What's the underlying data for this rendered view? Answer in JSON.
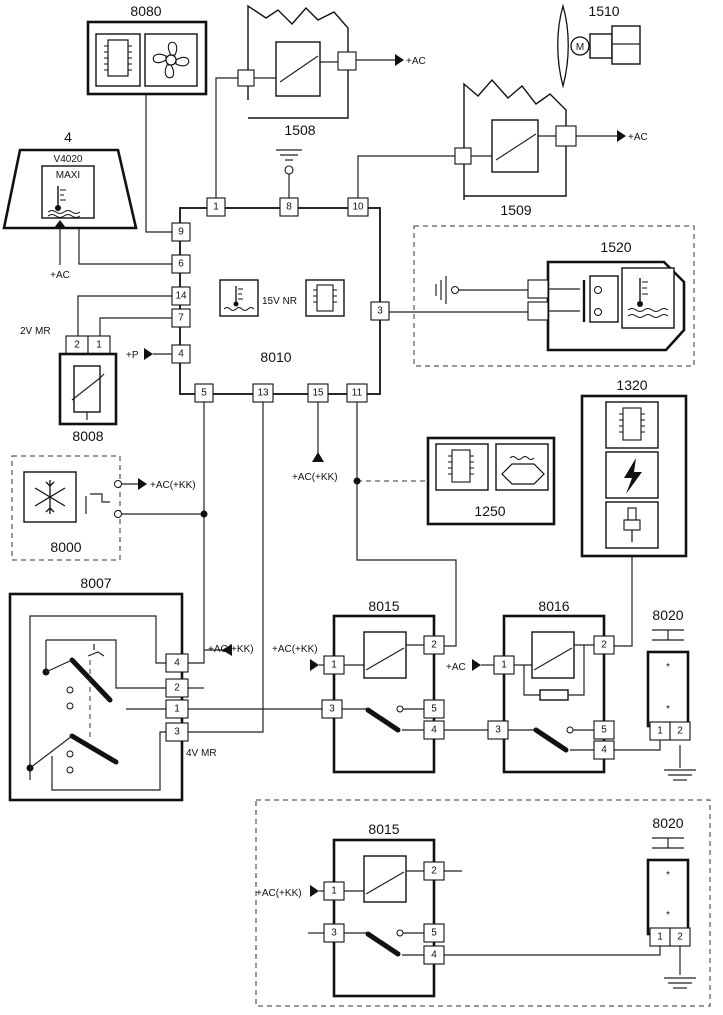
{
  "components": {
    "c8080": "8080",
    "c1508": "1508",
    "c1510": "1510",
    "c1509": "1509",
    "c4": "4",
    "v4020": "V4020",
    "maxi": "MAXI",
    "c8010": "8010",
    "ecu_mode": "15V NR",
    "c1520": "1520",
    "c8008": "8008",
    "conn_2v": "2V MR",
    "c8000": "8000",
    "c1250": "1250",
    "c1320": "1320",
    "c8007": "8007",
    "conn_4v": "4V MR",
    "c8015": "8015",
    "c8016": "8016",
    "c8020": "8020",
    "c8015b": "8015",
    "c8020b": "8020",
    "motor": "M"
  },
  "labels": {
    "ac": "+AC",
    "ac_kk": "+AC(+KK)",
    "p": "+P"
  },
  "pins": {
    "ecu": [
      "1",
      "8",
      "10",
      "9",
      "6",
      "14",
      "7",
      "4",
      "3",
      "5",
      "13",
      "15",
      "11"
    ],
    "conn_8008": [
      "2",
      "1"
    ],
    "conn_8007": [
      "4",
      "2",
      "1",
      "3"
    ],
    "relay_8015": [
      "1",
      "2",
      "3",
      "5",
      "4"
    ],
    "relay_8016": [
      "1",
      "2",
      "3",
      "5",
      "4"
    ],
    "conn_8020": [
      "1",
      "2"
    ],
    "relay_8015b": [
      "1",
      "2",
      "3",
      "5",
      "4"
    ],
    "conn_8020b": [
      "1",
      "2"
    ]
  },
  "icons": [
    "ic-chip-icon",
    "fan-icon",
    "motor-icon",
    "temperature-sensor-icon",
    "snowflake-icon",
    "lightning-icon",
    "spark-plug-icon",
    "heater-icon",
    "relay-coil-icon",
    "ground-icon"
  ]
}
